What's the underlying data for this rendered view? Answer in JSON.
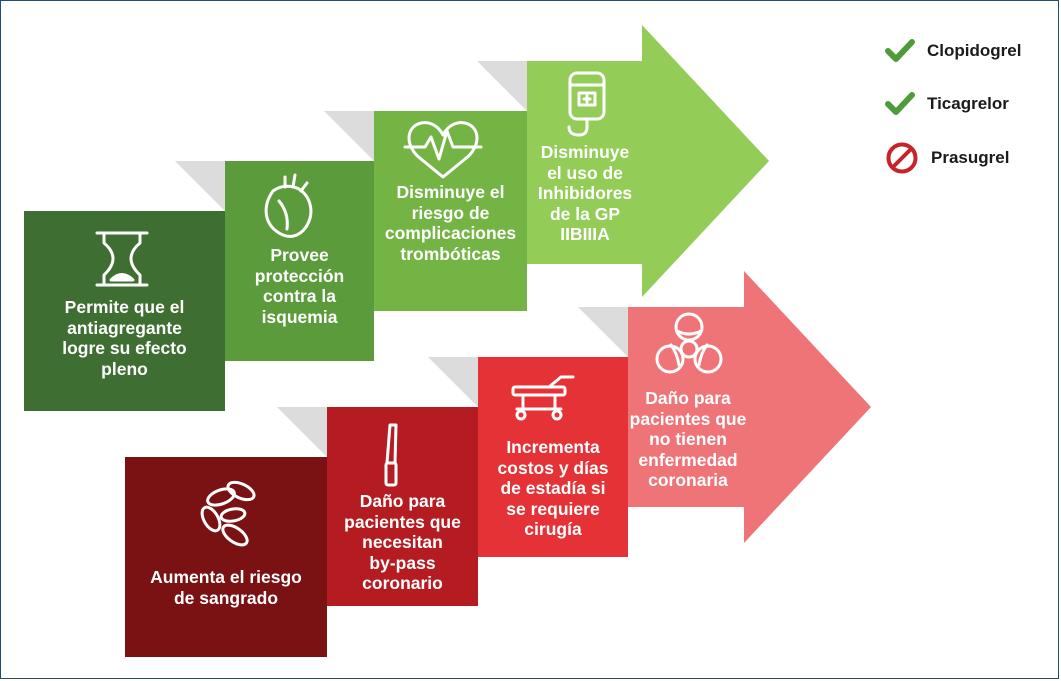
{
  "benefits": [
    {
      "text": "Permite que el\nantiagregante\nlogre su efecto\npleno",
      "icon": "hourglass-icon",
      "color": "#3f6e32"
    },
    {
      "text": "Provee\nprotección\ncontra la\nisquemia",
      "icon": "heart-organ-icon",
      "color": "#5c9b3c"
    },
    {
      "text": "Disminuye el\nriesgo de\ncomplicaciones\ntrombóticas",
      "icon": "heartbeat-icon",
      "color": "#74b445"
    },
    {
      "text": "Disminuye\nel uso de\nInhibidores\nde la GP\nIIBIIIA",
      "icon": "iv-bag-icon",
      "color": "#93cd58"
    }
  ],
  "risks": [
    {
      "text": "Aumenta el riesgo\nde sangrado",
      "icon": "blood-cells-icon",
      "color": "#7a1113"
    },
    {
      "text": "Daño para\npacientes que\nnecesitan\nby-pass\ncoronario",
      "icon": "scalpel-icon",
      "color": "#b51c22"
    },
    {
      "text": "Incrementa\ncostos y días\nde estadía si\nse requiere\ncirugía",
      "icon": "hospital-bed-icon",
      "color": "#e43237"
    },
    {
      "text": "Daño para\npacientes que\nno tienen\nenfermedad\ncoronaria",
      "icon": "biohazard-icon",
      "color": "#ef7478"
    }
  ],
  "legend": [
    {
      "label": "Clopidogrel",
      "status": "approved",
      "icon": "check-icon",
      "color": "#4f9b3a"
    },
    {
      "label": "Ticagrelor",
      "status": "approved",
      "icon": "check-icon",
      "color": "#4f9b3a"
    },
    {
      "label": "Prasugrel",
      "status": "not-recommended",
      "icon": "prohibited-icon",
      "color": "#c6242a"
    }
  ]
}
